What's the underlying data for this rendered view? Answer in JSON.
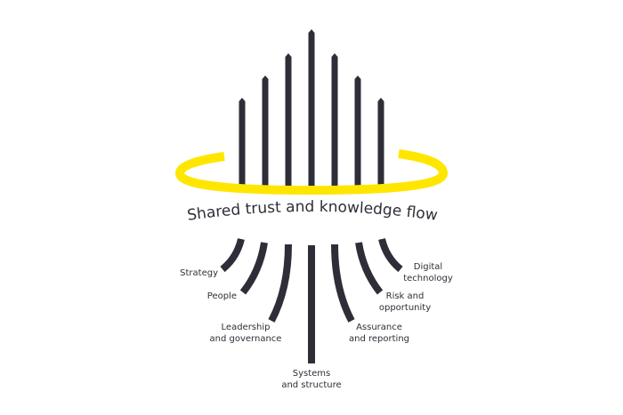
{
  "title": "Shared trust and knowledge flow",
  "labels": {
    "strategy": "Strategy",
    "people": "People",
    "leadership": [
      "Leadership",
      "and governance"
    ],
    "systems": [
      "Systems",
      "and structure"
    ],
    "assurance": [
      "Assurance",
      "and reporting"
    ],
    "risk": [
      "Risk and",
      "opportunity"
    ],
    "digital": [
      "Digital",
      "technology"
    ]
  },
  "colors": {
    "bars": "#2e2e38",
    "ring": "#ffe600"
  }
}
